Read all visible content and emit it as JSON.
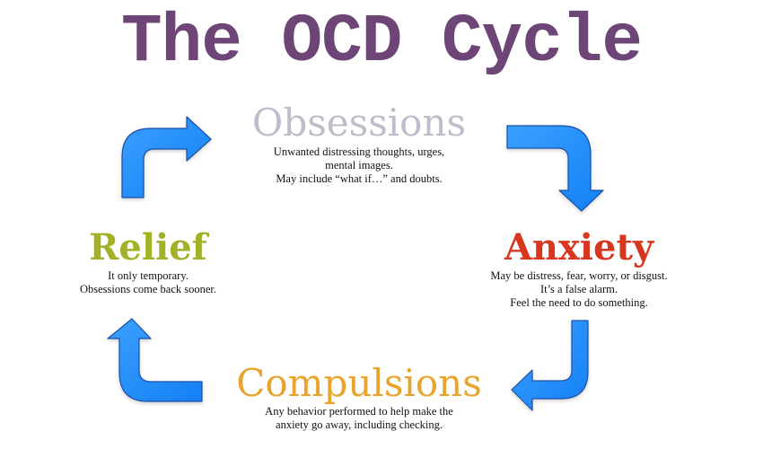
{
  "title": "The OCD Cycle",
  "colors": {
    "title": "#6e4577",
    "obsessions": "#c0bccb",
    "anxiety": "#d8361f",
    "compulsions": "#e9a42e",
    "relief": "#a3b127",
    "arrow_fill": "#1a8cff",
    "arrow_stroke": "#1b4fa8"
  },
  "nodes": {
    "obsessions": {
      "heading": "Obsessions",
      "lines": [
        "Unwanted distressing thoughts, urges,",
        "mental images.",
        "May include “what if…” and doubts."
      ]
    },
    "anxiety": {
      "heading": "Anxiety",
      "lines": [
        "May be distress, fear, worry, or disgust.",
        "It’s a false alarm.",
        "Feel the need to do something."
      ]
    },
    "compulsions": {
      "heading": "Compulsions",
      "lines": [
        "Any behavior performed to help make the",
        "anxiety go away, including checking."
      ]
    },
    "relief": {
      "heading": "Relief",
      "lines": [
        "It only temporary.",
        "Obsessions come back sooner."
      ]
    }
  },
  "arrows": [
    {
      "from": "relief",
      "to": "obsessions",
      "icon": "curved-arrow-up-right"
    },
    {
      "from": "obsessions",
      "to": "anxiety",
      "icon": "curved-arrow-right-down"
    },
    {
      "from": "anxiety",
      "to": "compulsions",
      "icon": "curved-arrow-down-left"
    },
    {
      "from": "compulsions",
      "to": "relief",
      "icon": "curved-arrow-left-up"
    }
  ]
}
